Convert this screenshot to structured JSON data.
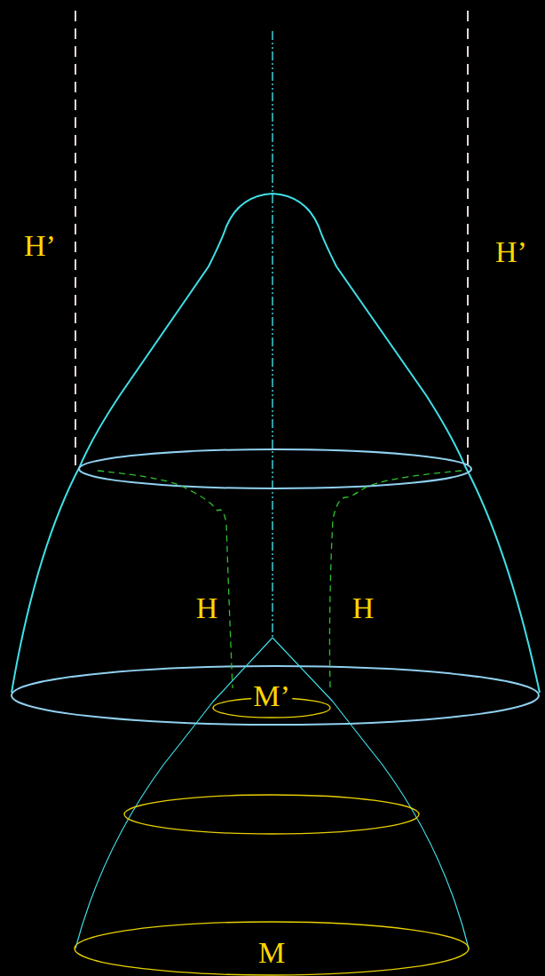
{
  "diagram": {
    "labels": [
      "H’",
      "H’",
      "H",
      "H",
      "M’",
      "M"
    ]
  }
}
